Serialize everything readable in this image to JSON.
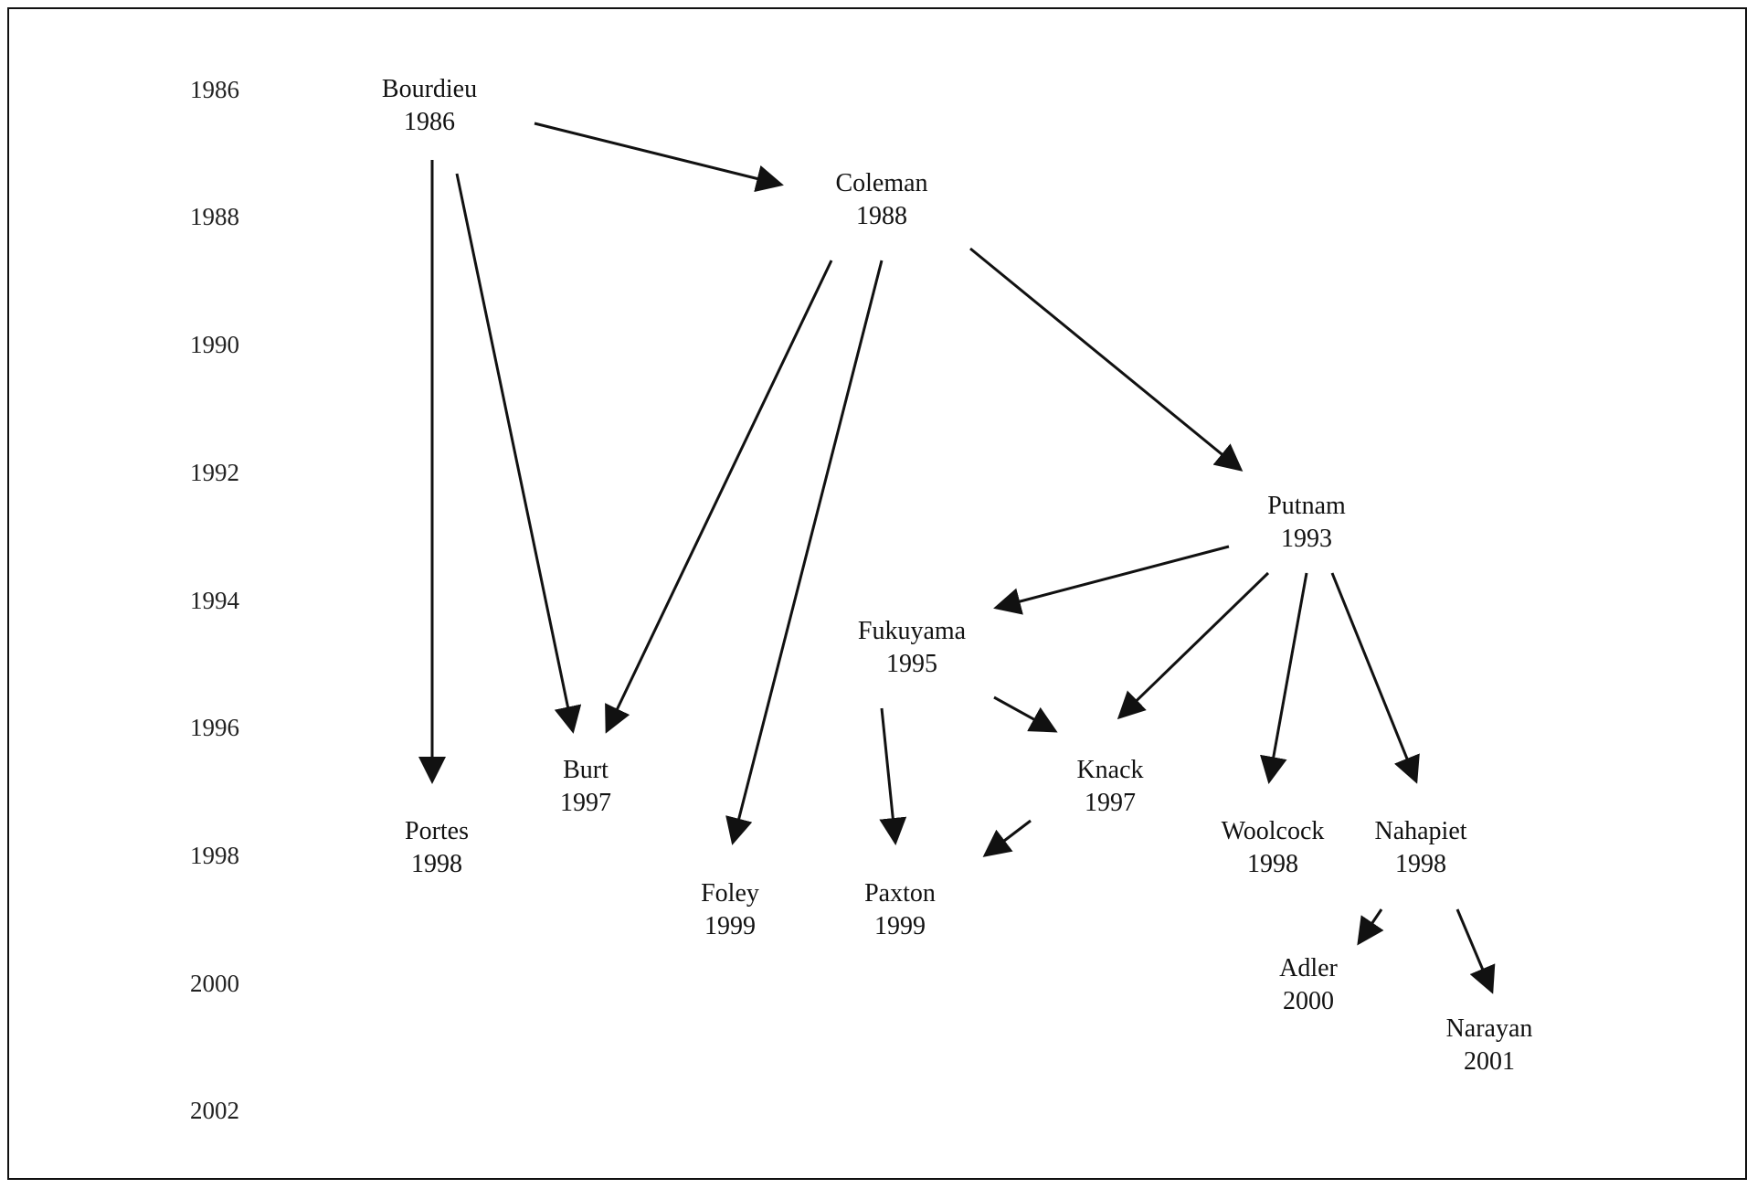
{
  "years": [
    "1986",
    "1988",
    "1990",
    "1992",
    "1994",
    "1996",
    "1998",
    "2000",
    "2002"
  ],
  "nodes": [
    {
      "id": "bourdieu",
      "name": "Bourdieu",
      "year": "1986"
    },
    {
      "id": "coleman",
      "name": "Coleman",
      "year": "1988"
    },
    {
      "id": "putnam",
      "name": "Putnam",
      "year": "1993"
    },
    {
      "id": "fukuyama",
      "name": "Fukuyama",
      "year": "1995"
    },
    {
      "id": "burt",
      "name": "Burt",
      "year": "1997"
    },
    {
      "id": "knack",
      "name": "Knack",
      "year": "1997"
    },
    {
      "id": "portes",
      "name": "Portes",
      "year": "1998"
    },
    {
      "id": "woolcock",
      "name": "Woolcock",
      "year": "1998"
    },
    {
      "id": "nahapiet",
      "name": "Nahapiet",
      "year": "1998"
    },
    {
      "id": "foley",
      "name": "Foley",
      "year": "1999"
    },
    {
      "id": "paxton",
      "name": "Paxton",
      "year": "1999"
    },
    {
      "id": "adler",
      "name": "Adler",
      "year": "2000"
    },
    {
      "id": "narayan",
      "name": "Narayan",
      "year": "2001"
    }
  ],
  "edges": [
    {
      "from": "bourdieu",
      "to": "coleman"
    },
    {
      "from": "bourdieu",
      "to": "portes"
    },
    {
      "from": "bourdieu",
      "to": "burt"
    },
    {
      "from": "coleman",
      "to": "burt"
    },
    {
      "from": "coleman",
      "to": "foley"
    },
    {
      "from": "coleman",
      "to": "putnam"
    },
    {
      "from": "putnam",
      "to": "fukuyama"
    },
    {
      "from": "putnam",
      "to": "knack"
    },
    {
      "from": "putnam",
      "to": "woolcock"
    },
    {
      "from": "putnam",
      "to": "nahapiet"
    },
    {
      "from": "fukuyama",
      "to": "knack"
    },
    {
      "from": "fukuyama",
      "to": "paxton"
    },
    {
      "from": "knack",
      "to": "paxton"
    },
    {
      "from": "nahapiet",
      "to": "adler"
    },
    {
      "from": "nahapiet",
      "to": "narayan"
    }
  ]
}
